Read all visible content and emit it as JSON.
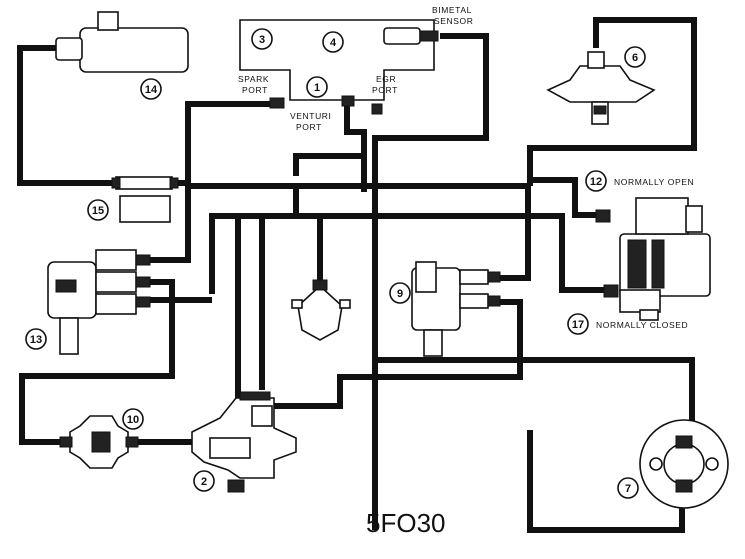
{
  "diagram_code": "5FO30",
  "components": [
    {
      "id": "1",
      "number": "1"
    },
    {
      "id": "2",
      "number": "2"
    },
    {
      "id": "3",
      "number": "3"
    },
    {
      "id": "4",
      "number": "4"
    },
    {
      "id": "6",
      "number": "6"
    },
    {
      "id": "7",
      "number": "7"
    },
    {
      "id": "9",
      "number": "9"
    },
    {
      "id": "10",
      "number": "10"
    },
    {
      "id": "12",
      "number": "12"
    },
    {
      "id": "13",
      "number": "13"
    },
    {
      "id": "14",
      "number": "14"
    },
    {
      "id": "15",
      "number": "15"
    },
    {
      "id": "17",
      "number": "17"
    }
  ],
  "labels": {
    "bimetal_1": "BIMETAL",
    "bimetal_2": "SENSOR",
    "spark_1": "SPARK",
    "spark_2": "PORT",
    "egr_1": "EGR",
    "egr_2": "PORT",
    "venturi_1": "VENTURI",
    "venturi_2": "PORT",
    "normally_open": "NORMALLY OPEN",
    "normally_closed": "NORMALLY CLOSED"
  }
}
